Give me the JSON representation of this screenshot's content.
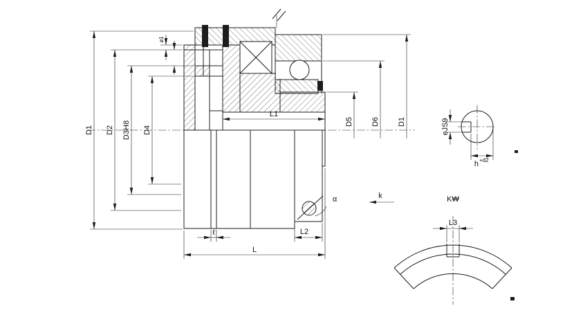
{
  "page": {
    "background": "#ffffff",
    "line_color": "#1c1c1c"
  },
  "main_view": {
    "dim_labels": {
      "d1_left": "D1",
      "d2": "D2",
      "d3": "D3H8",
      "d4": "D4",
      "phi1": "ø1",
      "l1": "L1",
      "d5": "D5",
      "d6": "D6",
      "d1_right": "D1",
      "l_small": "ℓ",
      "l2": "L2",
      "l_total": "L",
      "alpha": "α"
    },
    "view_arrow_label": "k"
  },
  "keyway_section": {
    "width_label": "eJS9",
    "depth_label_base": "h",
    "depth_label_sup": "+d2"
  },
  "view_k_detail": {
    "view_label": "K₩",
    "slot_width_label": "L3"
  }
}
